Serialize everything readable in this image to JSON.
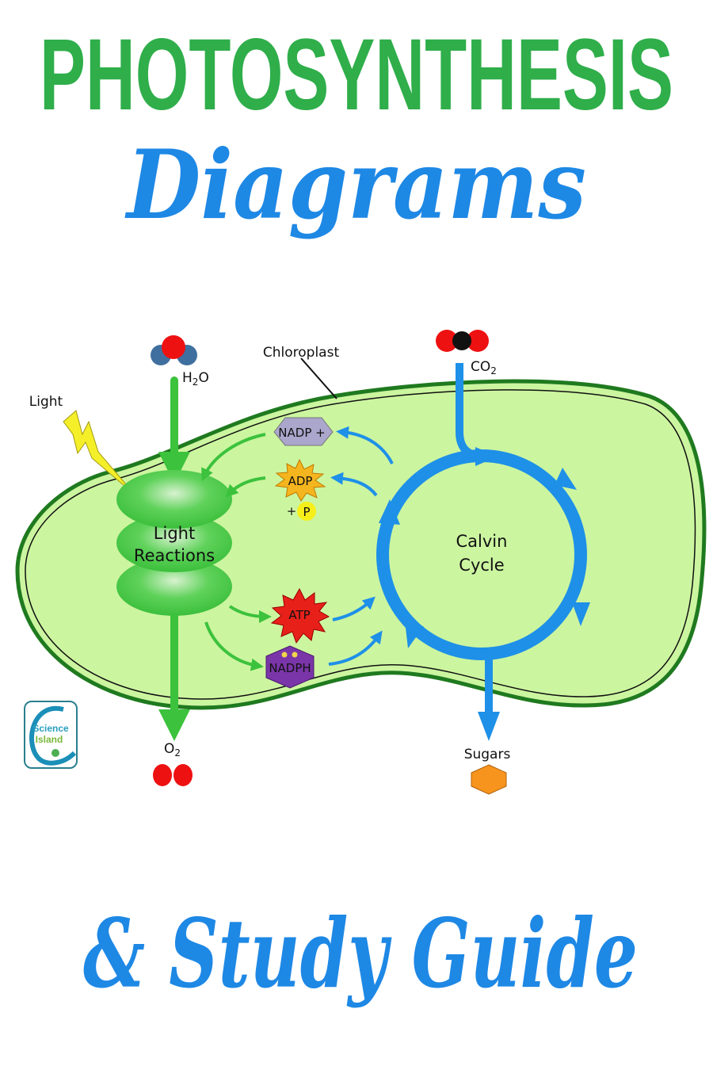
{
  "header": {
    "title": "PHOTOSYNTHESIS",
    "subtitle": "Diagrams",
    "footer": "& Study Guide"
  },
  "colors": {
    "title_green": "#2fae4a",
    "script_blue": "#1e88e5",
    "chloroplast_fill": "#ccf5a0",
    "membrane": "#1f7a1f",
    "arrow_green": "#3cc23c",
    "arrow_blue": "#1e90e8"
  },
  "diagram": {
    "chloroplast_label": "Chloroplast",
    "light_label": "Light",
    "water": {
      "main": "H",
      "sub": "2",
      "tail": "O"
    },
    "carbon_dioxide": {
      "main": "CO",
      "sub": "2"
    },
    "oxygen": {
      "main": "O",
      "sub": "2"
    },
    "light_reactions": [
      "Light",
      "Reactions"
    ],
    "calvin_cycle": [
      "Calvin",
      "Cycle"
    ],
    "nadp": "NADP +",
    "adp": "ADP",
    "phosphate": {
      "plus": "+",
      "p": "P"
    },
    "atp": "ATP",
    "nadph": "NADPH",
    "sugars": "Sugars"
  },
  "logo": {
    "line1": "Science",
    "line2": "Island"
  }
}
